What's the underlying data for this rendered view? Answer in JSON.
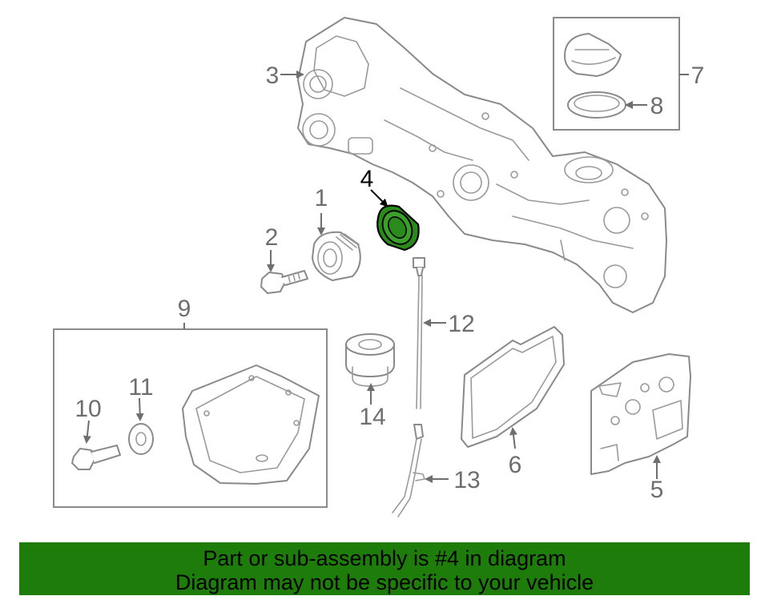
{
  "callouts": {
    "c1": "1",
    "c2": "2",
    "c3": "3",
    "c4": "4",
    "c5": "5",
    "c6": "6",
    "c7": "7",
    "c8": "8",
    "c9": "9",
    "c10": "10",
    "c11": "11",
    "c12": "12",
    "c13": "13",
    "c14": "14"
  },
  "banner": {
    "line1": "Part or sub-assembly is #4 in diagram",
    "line2": "Diagram may not be specific to your vehicle"
  },
  "colors": {
    "highlight_part": "#2a8a1a",
    "banner_bg": "#1e7d0a",
    "line_gray": "#8a8a8a"
  }
}
